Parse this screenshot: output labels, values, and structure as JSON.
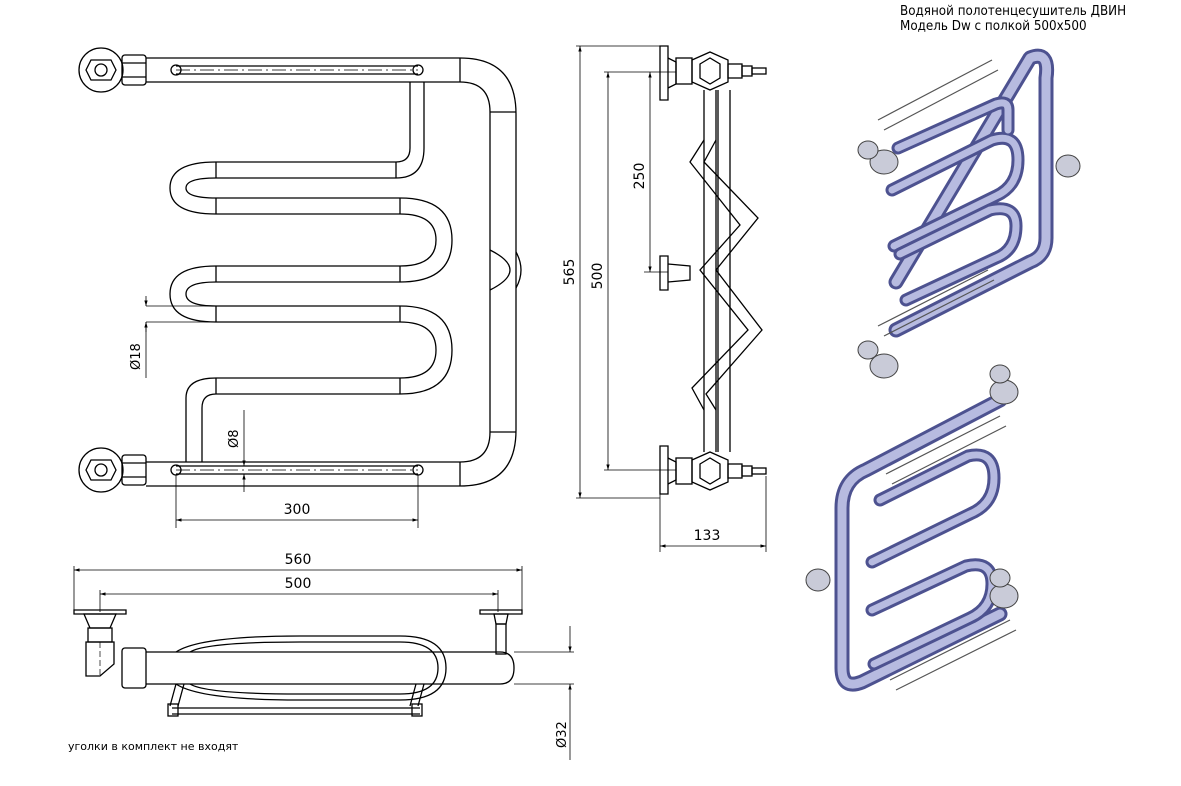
{
  "title": {
    "line1": "Водяной полотенцесушитель ДВИН",
    "line2": "Модель Dw с полкой 500x500"
  },
  "note": "уголки в комплект не входят",
  "dimensions": {
    "front_pipe_diameter": "Ø18",
    "front_rod_diameter": "Ø8",
    "front_shelf_width": "300",
    "side_total_height": "565",
    "side_axis_distance": "500",
    "side_mid_distance": "250",
    "side_depth": "133",
    "top_total_width": "560",
    "top_axis_distance": "500",
    "top_pipe_diameter": "Ø32"
  }
}
